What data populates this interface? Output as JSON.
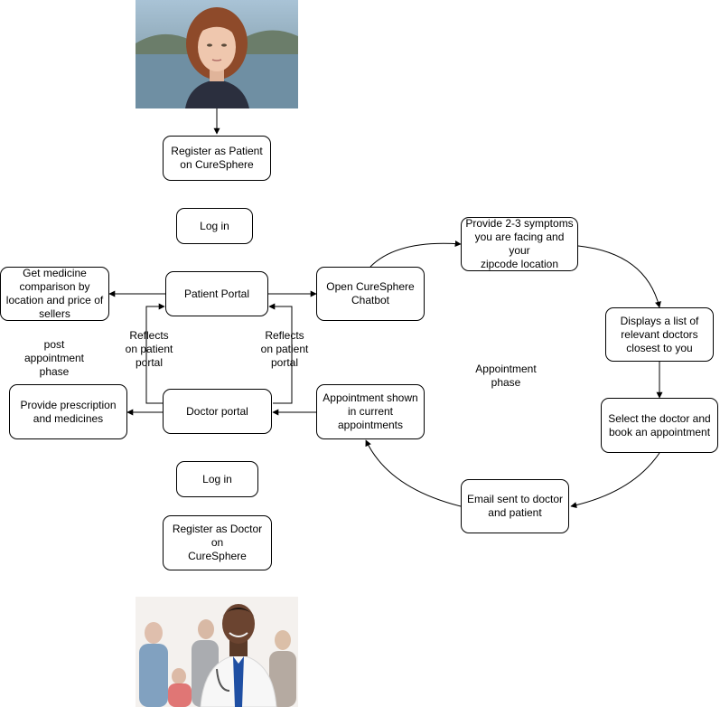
{
  "nodes": {
    "register_patient": "Register as Patient\non CureSphere",
    "login_patient": "Log in",
    "patient_portal": "Patient Portal",
    "medicine": "Get medicine\ncomparison by\nlocation and price of\nsellers",
    "chatbot": "Open CureSphere\nChatbot",
    "symptoms": "Provide 2-3 symptoms\nyou are facing and your\nzipcode location",
    "displays": "Displays a list of\nrelevant doctors\nclosest to you",
    "select_doctor": "Select the doctor and\nbook an appointment",
    "email": "Email sent to doctor\nand patient",
    "appointment_shown": "Appointment shown\nin current\nappointments",
    "doctor_portal": "Doctor portal",
    "prescription": "Provide prescription\nand medicines",
    "login_doctor": "Log in",
    "register_doctor": "Register as Doctor on\nCureSphere"
  },
  "labels": {
    "post_appointment": "post\nappointment\nphase",
    "reflects_left": "Reflects\non patient\nportal",
    "reflects_right": "Reflects\non patient\nportal",
    "appointment_phase": "Appointment\nphase"
  },
  "images": {
    "patient_photo": "woman-portrait",
    "doctor_photo": "doctor-with-patients"
  }
}
